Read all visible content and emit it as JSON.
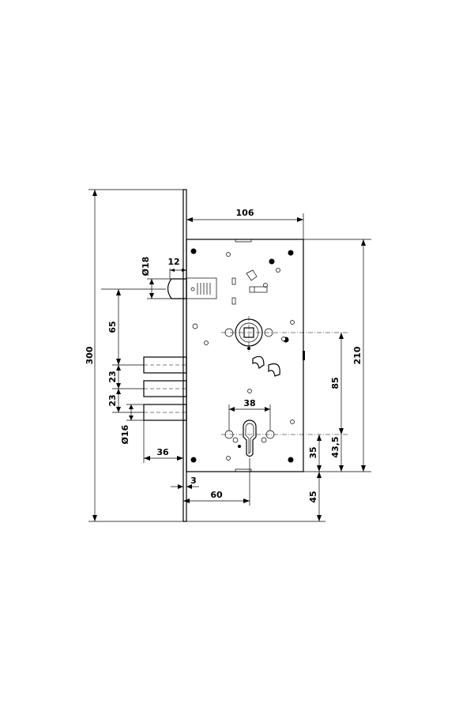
{
  "dimensions": {
    "faceplate_length": "300",
    "case_width": "106",
    "case_height": "210",
    "latch_diameter": "Ø18",
    "latch_offset": "12",
    "latch_to_bolt": "65",
    "bolt_pitch_1": "23",
    "bolt_pitch_2": "23",
    "bolt_diameter": "Ø16",
    "bolt_throw": "36",
    "faceplate_thickness": "3",
    "backset": "60",
    "cylinder_holes": "38",
    "handle_to_cylinder": "85",
    "cylinder_to_case_bottom_a": "35",
    "cylinder_to_case_bottom_b": "43,5",
    "case_bottom_to_plate_end": "45"
  },
  "colors": {
    "line": "#000000",
    "background": "#ffffff"
  }
}
